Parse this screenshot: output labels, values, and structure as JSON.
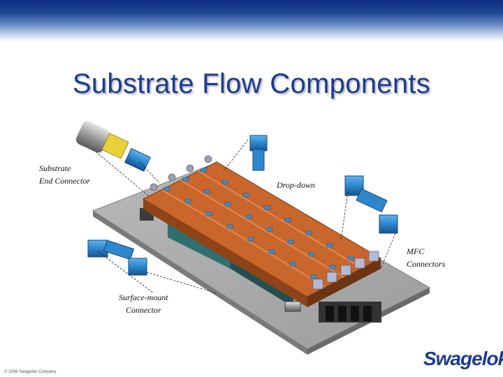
{
  "slide": {
    "title": "Substrate Flow Components",
    "copyright": "© 2006 Swagelok Company",
    "logo": "Swagelok"
  },
  "callouts": {
    "substrate_end": [
      "Substrate",
      "End Connector"
    ],
    "drop_down": [
      "Drop-down"
    ],
    "mfc": [
      "MFC",
      "Connectors"
    ],
    "surface_mount": [
      "Surface-mount",
      "Connector"
    ]
  },
  "colors": {
    "header_dark": "#0d2d80",
    "title": "#1a3c8f",
    "substrate_orange": "#c8662c",
    "connector_blue": "#2e86cc",
    "base_plate": "#a9a9a9"
  }
}
